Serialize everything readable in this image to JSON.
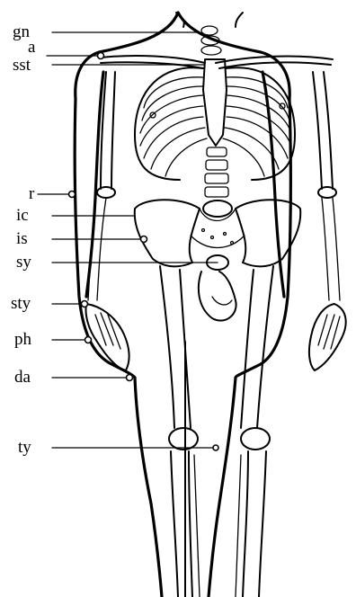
{
  "figure": {
    "labels": [
      {
        "id": "gn",
        "text": "gn"
      },
      {
        "id": "a",
        "text": "a"
      },
      {
        "id": "sst",
        "text": "sst"
      },
      {
        "id": "r",
        "text": "r"
      },
      {
        "id": "ic",
        "text": "ic"
      },
      {
        "id": "is",
        "text": "is"
      },
      {
        "id": "sy",
        "text": "sy"
      },
      {
        "id": "sty",
        "text": "sty"
      },
      {
        "id": "ph",
        "text": "ph"
      },
      {
        "id": "da",
        "text": "da"
      },
      {
        "id": "ty",
        "text": "ty"
      }
    ],
    "colors": {
      "ink": "#000000",
      "background": "#ffffff"
    }
  }
}
